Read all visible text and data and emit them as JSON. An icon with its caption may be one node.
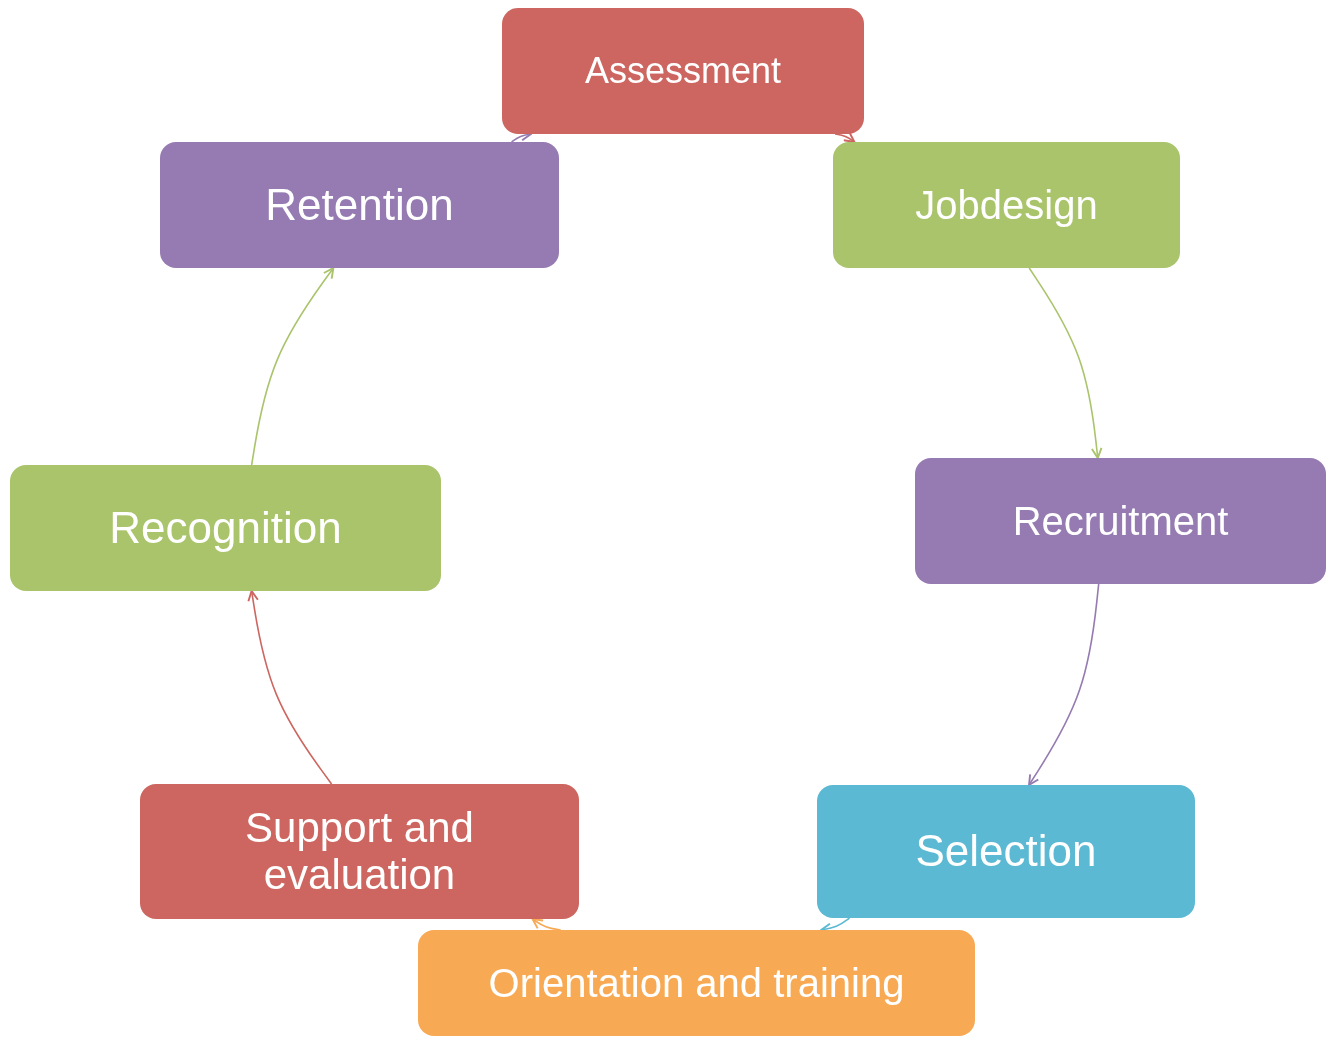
{
  "diagram": {
    "nodes": [
      {
        "text": [
          "Assessment"
        ]
      },
      {
        "text": [
          "Jobdesign"
        ]
      },
      {
        "text": [
          "Recruitment"
        ]
      },
      {
        "text": [
          "Selection"
        ]
      },
      {
        "text": [
          "Orientation and training"
        ]
      },
      {
        "text": [
          "Support and evaluation"
        ]
      },
      {
        "text": [
          "Recognition"
        ]
      },
      {
        "text": [
          "Retention"
        ]
      }
    ],
    "edges": [
      {
        "from": 0,
        "to": 1,
        "arrow": "to",
        "color": "#cd6660"
      },
      {
        "from": 1,
        "to": 2,
        "arrow": "to",
        "color": "#aac46c"
      },
      {
        "from": 2,
        "to": 3,
        "arrow": "to",
        "color": "#957bb1"
      },
      {
        "from": 3,
        "to": 4,
        "arrow": "to",
        "color": "#5bb9d3"
      },
      {
        "from": 4,
        "to": 5,
        "arrow": "to",
        "color": "#f8a954"
      },
      {
        "from": 5,
        "to": 6,
        "arrow": "to",
        "color": "#cd6660"
      },
      {
        "from": 6,
        "to": 7,
        "arrow": "to",
        "color": "#aac46c"
      },
      {
        "from": 7,
        "to": 0,
        "arrow": "to",
        "color": "#957bb1"
      }
    ]
  }
}
